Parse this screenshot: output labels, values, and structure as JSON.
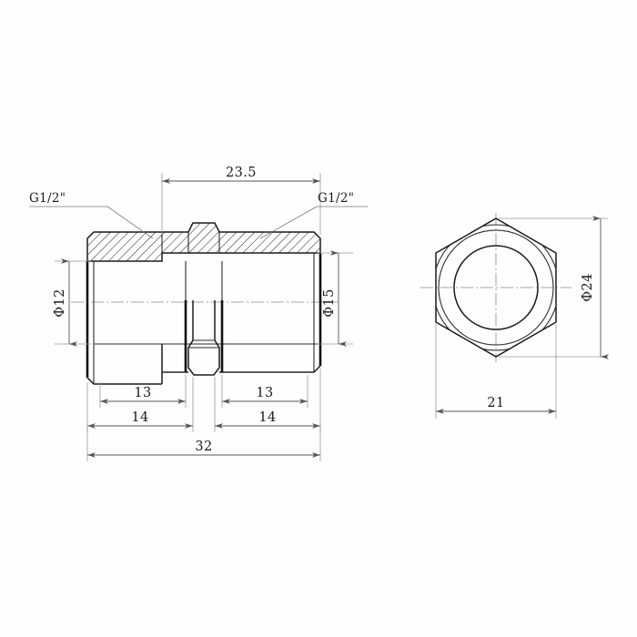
{
  "drawing": {
    "type": "engineering-drawing",
    "subject": "Brass pipe straight coupling / nipple fitting",
    "units": "mm",
    "background_color": "#fefefe",
    "line_color": "#1a1a1a",
    "dimension_color": "#555555",
    "views": {
      "section": {
        "name": "sectional-side-view",
        "dimensions": {
          "top_length": "23.5",
          "left_thread_length": "13",
          "right_thread_length": "13",
          "left_shoulder_length": "14",
          "right_shoulder_length": "14",
          "overall_length": "32",
          "left_bore_diameter": "Φ12",
          "right_bore_diameter": "Φ15"
        },
        "labels": {
          "thread_left": "G1/2\"",
          "thread_right": "G1/2\""
        }
      },
      "end": {
        "name": "hexagon-end-view",
        "dimensions": {
          "across_corners": "Φ24",
          "across_flats": "21"
        }
      }
    }
  }
}
